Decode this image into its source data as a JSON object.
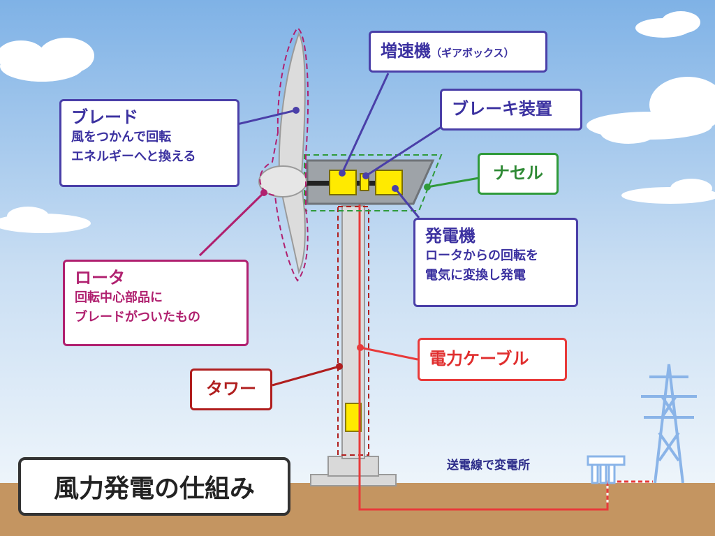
{
  "title": "風力発電の仕組み",
  "labels": {
    "blade": {
      "title": "ブレード",
      "desc1": "風をつかんで回転",
      "desc2": "エネルギーへと換える"
    },
    "gearbox": {
      "title": "増速機",
      "sub": "（ギアボックス）"
    },
    "brake": {
      "title": "ブレーキ装置"
    },
    "nacelle": {
      "title": "ナセル"
    },
    "generator": {
      "title": "発電機",
      "desc1": "ロータからの回転を",
      "desc2": "電気に変換し発電"
    },
    "rotor": {
      "title": "ロータ",
      "desc1": "回転中心部品に",
      "desc2": "ブレードがついたもの"
    },
    "cable": {
      "title": "電力ケーブル"
    },
    "tower": {
      "title": "タワー"
    }
  },
  "transmission_note": "送電線で変電所",
  "colors": {
    "sky_top": "#7fb2e6",
    "sky_bottom": "#eaf3fb",
    "ground": "#c49561",
    "turbine": "#d9d9d9",
    "component": "#ffea00",
    "purple": "#4a3fa8",
    "magenta": "#b0206f",
    "green": "#2f9a3a",
    "red": "#e83a3a",
    "dark_red": "#b01e1e",
    "pylon": "#8ab4e8"
  }
}
